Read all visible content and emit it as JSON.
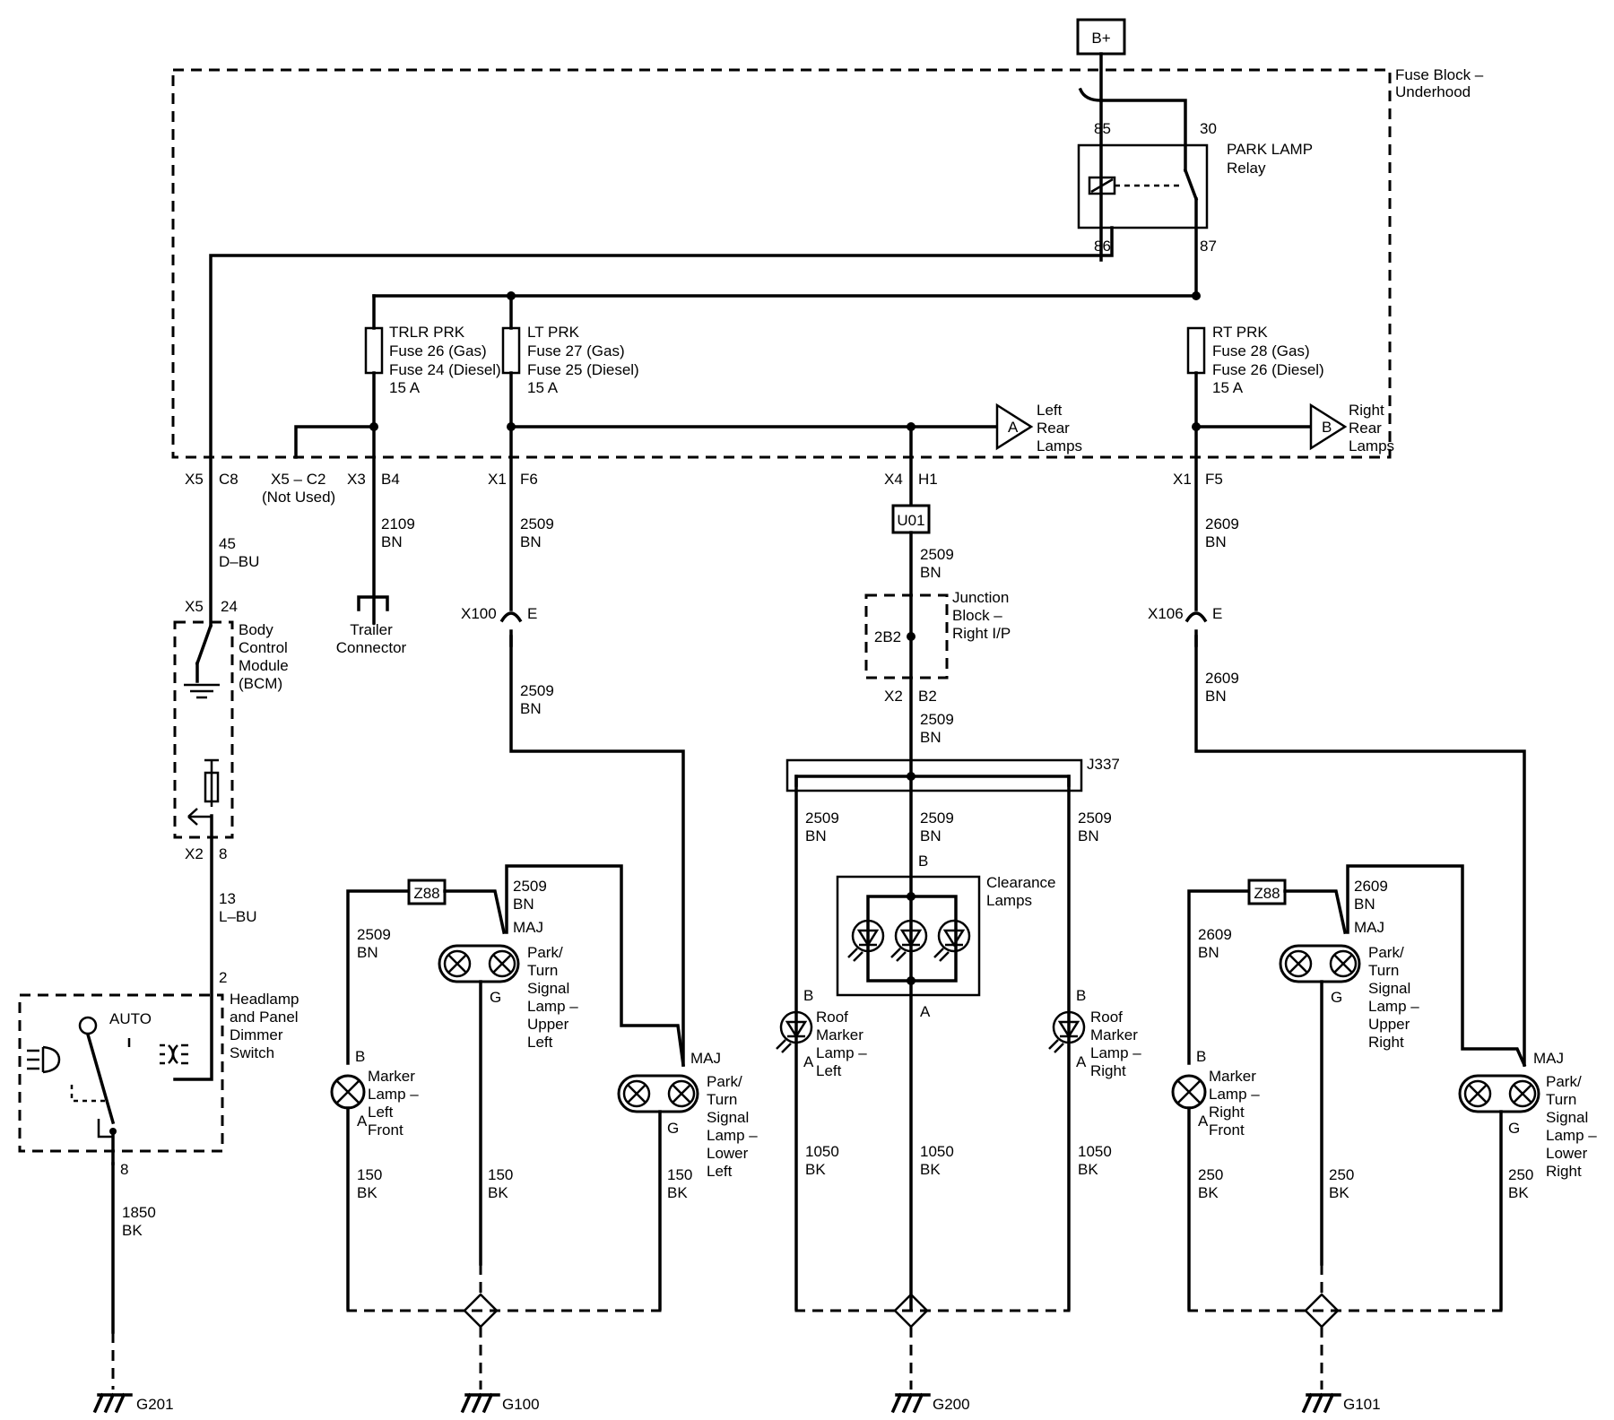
{
  "power_source": "B+",
  "fuse_block": {
    "line1": "Fuse Block –",
    "line2": "Underhood"
  },
  "relay": {
    "line1": "PARK LAMP",
    "line2": "Relay",
    "pin_85": "85",
    "pin_30": "30",
    "pin_86": "86",
    "pin_87": "87"
  },
  "fuses": {
    "trlr": {
      "l1": "TRLR PRK",
      "l2": "Fuse 26 (Gas)",
      "l3": "Fuse 24 (Diesel)",
      "l4": "15 A"
    },
    "lt": {
      "l1": "LT PRK",
      "l2": "Fuse 27 (Gas)",
      "l3": "Fuse 25 (Diesel)",
      "l4": "15 A"
    },
    "rt": {
      "l1": "RT PRK",
      "l2": "Fuse 28 (Gas)",
      "l3": "Fuse 26 (Diesel)",
      "l4": "15 A"
    }
  },
  "offpage": {
    "a": {
      "letter": "A",
      "l1": "Left",
      "l2": "Rear",
      "l3": "Lamps"
    },
    "b": {
      "letter": "B",
      "l1": "Right",
      "l2": "Rear",
      "l3": "Lamps"
    }
  },
  "connectors": {
    "x5": "X5",
    "c8": "C8",
    "x5c2": "X5 – C2",
    "not_used": "(Not Used)",
    "x3": "X3",
    "b4": "B4",
    "x1_left": "X1",
    "f6": "F6",
    "x4": "X4",
    "h1": "H1",
    "x1_right": "X1",
    "f5": "F5",
    "x5_bcm": "X5",
    "pin24": "24",
    "x2_bcm": "X2",
    "pin8": "8",
    "x100": "X100",
    "x100_e": "E",
    "x106": "X106",
    "x106_e": "E",
    "x2_jb": "X2",
    "b2_jb": "B2",
    "j337": "J337",
    "z88_left": "Z88",
    "z88_right": "Z88",
    "u01": "U01",
    "jb_inner": "2B2"
  },
  "wires": {
    "w45": "45",
    "w45c": "D–BU",
    "w2109": "2109",
    "w2109c": "BN",
    "w2509a": "2509",
    "w2509ac": "BN",
    "w2509b": "2509",
    "w2509bc": "BN",
    "w2509c": "2509",
    "w2509cc": "BN",
    "w2509d": "2509",
    "w2509dc": "BN",
    "w2509e": "2509",
    "w2509ec": "BN",
    "w2509f": "2509",
    "w2509fc": "BN",
    "w2509g": "2509",
    "w2509gc": "BN",
    "w2509h": "2509",
    "w2509hc": "BN",
    "w2509i": "2509",
    "w2509ic": "BN",
    "w2609a": "2609",
    "w2609ac": "BN",
    "w2609b": "2609",
    "w2609bc": "BN",
    "w2609c": "2609",
    "w2609cc": "BN",
    "w2609d": "2609",
    "w2609dc": "BN",
    "w13": "13",
    "w13c": "L–BU",
    "w1850": "1850",
    "w1850c": "BK",
    "w150a": "150",
    "w150ac": "BK",
    "w150b": "150",
    "w150bc": "BK",
    "w150c": "150",
    "w150cc": "BK",
    "w1050a": "1050",
    "w1050ac": "BK",
    "w1050b": "1050",
    "w1050bc": "BK",
    "w1050c": "1050",
    "w1050cc": "BK",
    "w250a": "250",
    "w250ac": "BK",
    "w250b": "250",
    "w250bc": "BK",
    "w250c": "250",
    "w250cc": "BK"
  },
  "components": {
    "trailer": {
      "l1": "Trailer",
      "l2": "Connector"
    },
    "bcm": {
      "l1": "Body",
      "l2": "Control",
      "l3": "Module",
      "l4": "(BCM)"
    },
    "headlamp_switch": {
      "pin2": "2",
      "pin8": "8",
      "l1": "Headlamp",
      "l2": "and Panel",
      "l3": "Dimmer",
      "l4": "Switch",
      "auto": "AUTO"
    },
    "junction_block": {
      "l1": "Junction",
      "l2": "Block –",
      "l3": "Right I/P"
    },
    "clearance": {
      "l1": "Clearance",
      "l2": "Lamps",
      "pin_b": "B",
      "pin_a": "A"
    },
    "roof_left": {
      "l1": "Roof",
      "l2": "Marker",
      "l3": "Lamp –",
      "l4": "Left",
      "pin_b": "B",
      "pin_a": "A"
    },
    "roof_right": {
      "l1": "Roof",
      "l2": "Marker",
      "l3": "Lamp –",
      "l4": "Right",
      "pin_b": "B",
      "pin_a": "A"
    },
    "marker_lf": {
      "l1": "Marker",
      "l2": "Lamp –",
      "l3": "Left",
      "l4": "Front",
      "pin_b": "B",
      "pin_a": "A"
    },
    "marker_rf": {
      "l1": "Marker",
      "l2": "Lamp –",
      "l3": "Right",
      "l4": "Front",
      "pin_b": "B",
      "pin_a": "A"
    },
    "park_ul": {
      "l1": "Park/",
      "l2": "Turn",
      "l3": "Signal",
      "l4": "Lamp –",
      "l5": "Upper",
      "l6": "Left",
      "maj": "MAJ",
      "g": "G"
    },
    "park_ll": {
      "l1": "Park/",
      "l2": "Turn",
      "l3": "Signal",
      "l4": "Lamp –",
      "l5": "Lower",
      "l6": "Left",
      "maj": "MAJ",
      "g": "G"
    },
    "park_ur": {
      "l1": "Park/",
      "l2": "Turn",
      "l3": "Signal",
      "l4": "Lamp –",
      "l5": "Upper",
      "l6": "Right",
      "maj": "MAJ",
      "g": "G"
    },
    "park_lr": {
      "l1": "Park/",
      "l2": "Turn",
      "l3": "Signal",
      "l4": "Lamp –",
      "l5": "Lower",
      "l6": "Right",
      "maj": "MAJ",
      "g": "G"
    }
  },
  "grounds": {
    "g201": "G201",
    "g100": "G100",
    "g200": "G200",
    "g101": "G101"
  }
}
